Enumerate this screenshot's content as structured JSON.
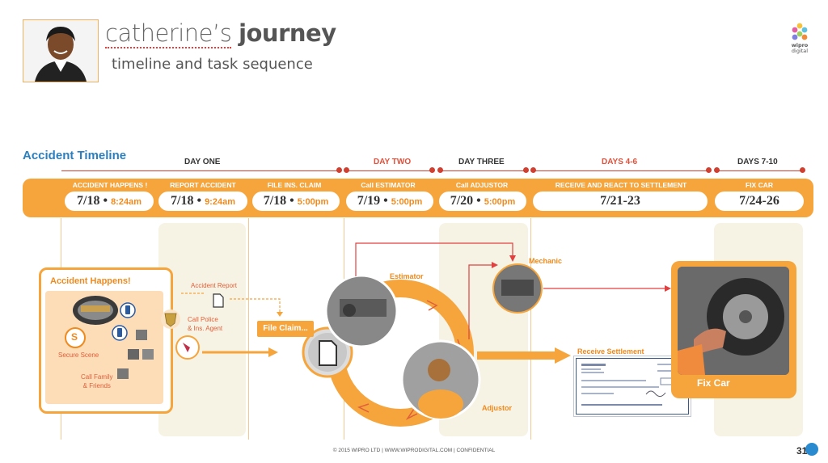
{
  "header": {
    "title_light": "catherine’s",
    "title_bold": "journey",
    "subtitle": "timeline and task sequence"
  },
  "logo": {
    "line1": "wipro",
    "line2": "digital"
  },
  "timeline": {
    "label": "Accident Timeline",
    "days": [
      {
        "label": "DAY ONE",
        "color": "#333333"
      },
      {
        "label": "DAY TWO",
        "color": "#e0503a"
      },
      {
        "label": "DAY THREE",
        "color": "#333333"
      },
      {
        "label": "DAYS 4-6",
        "color": "#e0503a"
      },
      {
        "label": "DAYS 7-10",
        "color": "#333333"
      }
    ],
    "steps": [
      {
        "title": "ACCIDENT HAPPENS !",
        "date": "7/18",
        "time": "8:24am"
      },
      {
        "title": "REPORT ACCIDENT",
        "date": "7/18",
        "time": "9:24am"
      },
      {
        "title": "FILE INS. CLAIM",
        "date": "7/18",
        "time": "5:00pm"
      },
      {
        "title": "Call ESTIMATOR",
        "date": "7/19",
        "time": "5:00pm"
      },
      {
        "title": "Call ADJUSTOR",
        "date": "7/20",
        "time": "5:00pm"
      },
      {
        "title": "RECEIVE AND REACT TO SETTLEMENT",
        "date": "7/21-23",
        "time": ""
      },
      {
        "title": "FIX CAR",
        "date": "7/24-26",
        "time": ""
      }
    ]
  },
  "diagram": {
    "accident_box_title": "Accident Happens!",
    "secure_scene": "Secure Scene",
    "secure_icon": "S",
    "call_family": "Call Family\n& Friends",
    "accident_report": "Accident Report",
    "call_police": "Call Police\n& Ins. Agent",
    "file_claim": "File Claim...",
    "estimator": "Estimator",
    "mechanic": "Mechanic",
    "adjustor": "Adjustor",
    "receive_settlement": "Receive Settlement",
    "fix_car": "Fix Car"
  },
  "footer": {
    "text": "© 2015 WIPRO LTD  |  WWW.WIPRODIGITAL.COM  |  CONFIDENTIAL",
    "page": "31"
  },
  "colors": {
    "accent_orange": "#f6a53c",
    "timeline_red": "#d04030",
    "title_blue": "#2a7fc0"
  }
}
